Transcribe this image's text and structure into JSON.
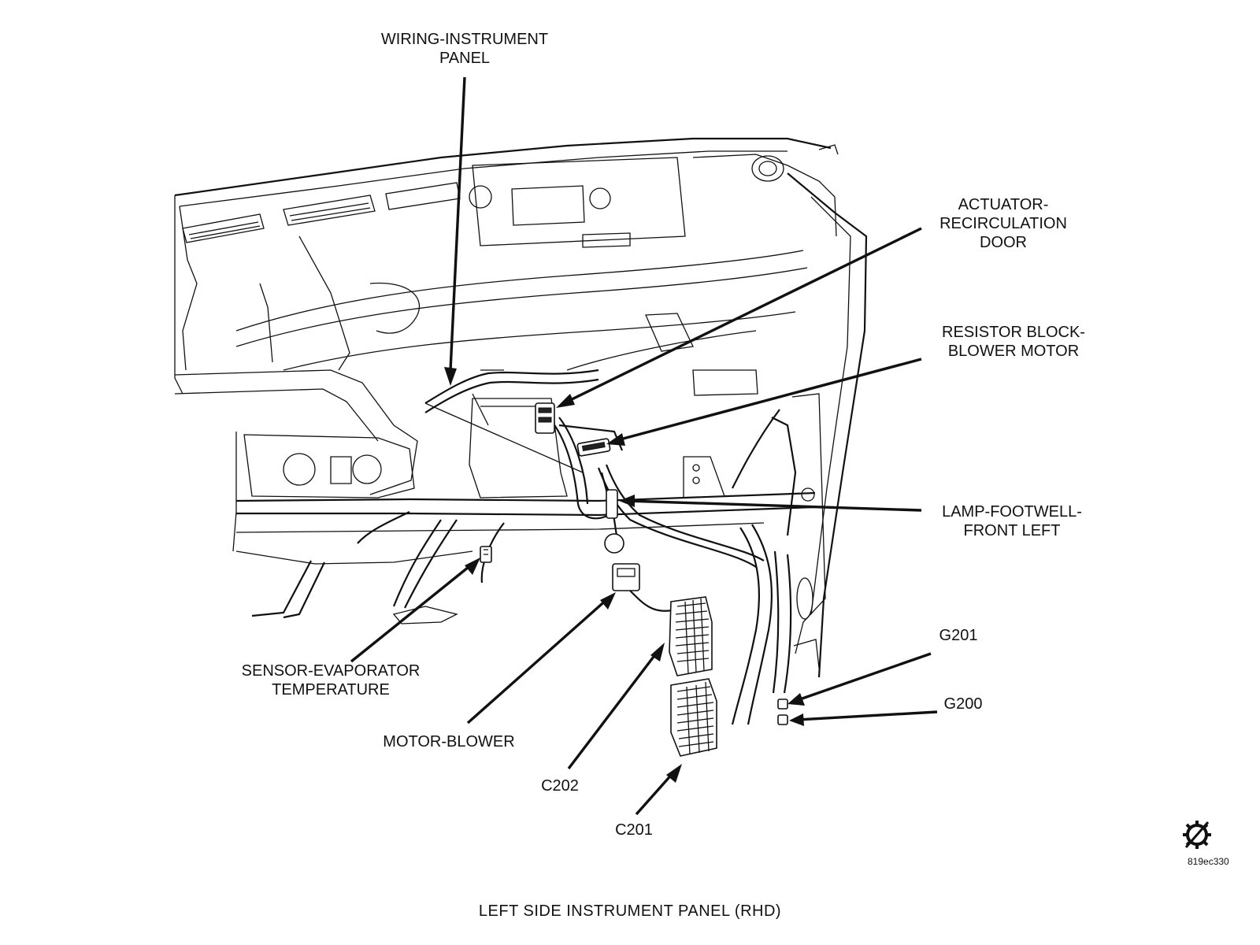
{
  "callouts": {
    "wiring_instrument_panel": [
      "WIRING-INSTRUMENT",
      "PANEL"
    ],
    "actuator_recirculation_door": [
      "ACTUATOR-",
      "RECIRCULATION",
      "DOOR"
    ],
    "resistor_block_blower_motor": [
      "RESISTOR BLOCK-",
      "BLOWER MOTOR"
    ],
    "lamp_footwell_front_left": [
      "LAMP-FOOTWELL-",
      "FRONT LEFT"
    ],
    "g201": "G201",
    "g200": "G200",
    "sensor_evaporator_temperature": [
      "SENSOR-EVAPORATOR",
      "TEMPERATURE"
    ],
    "motor_blower": "MOTOR-BLOWER",
    "c202": "C202",
    "c201": "C201"
  },
  "caption": "LEFT SIDE INSTRUMENT PANEL  (RHD)",
  "figure_id": "819ec330",
  "colors": {
    "ink": "#111111",
    "paper": "#ffffff"
  },
  "icons": [
    "service-symbol-icon"
  ]
}
